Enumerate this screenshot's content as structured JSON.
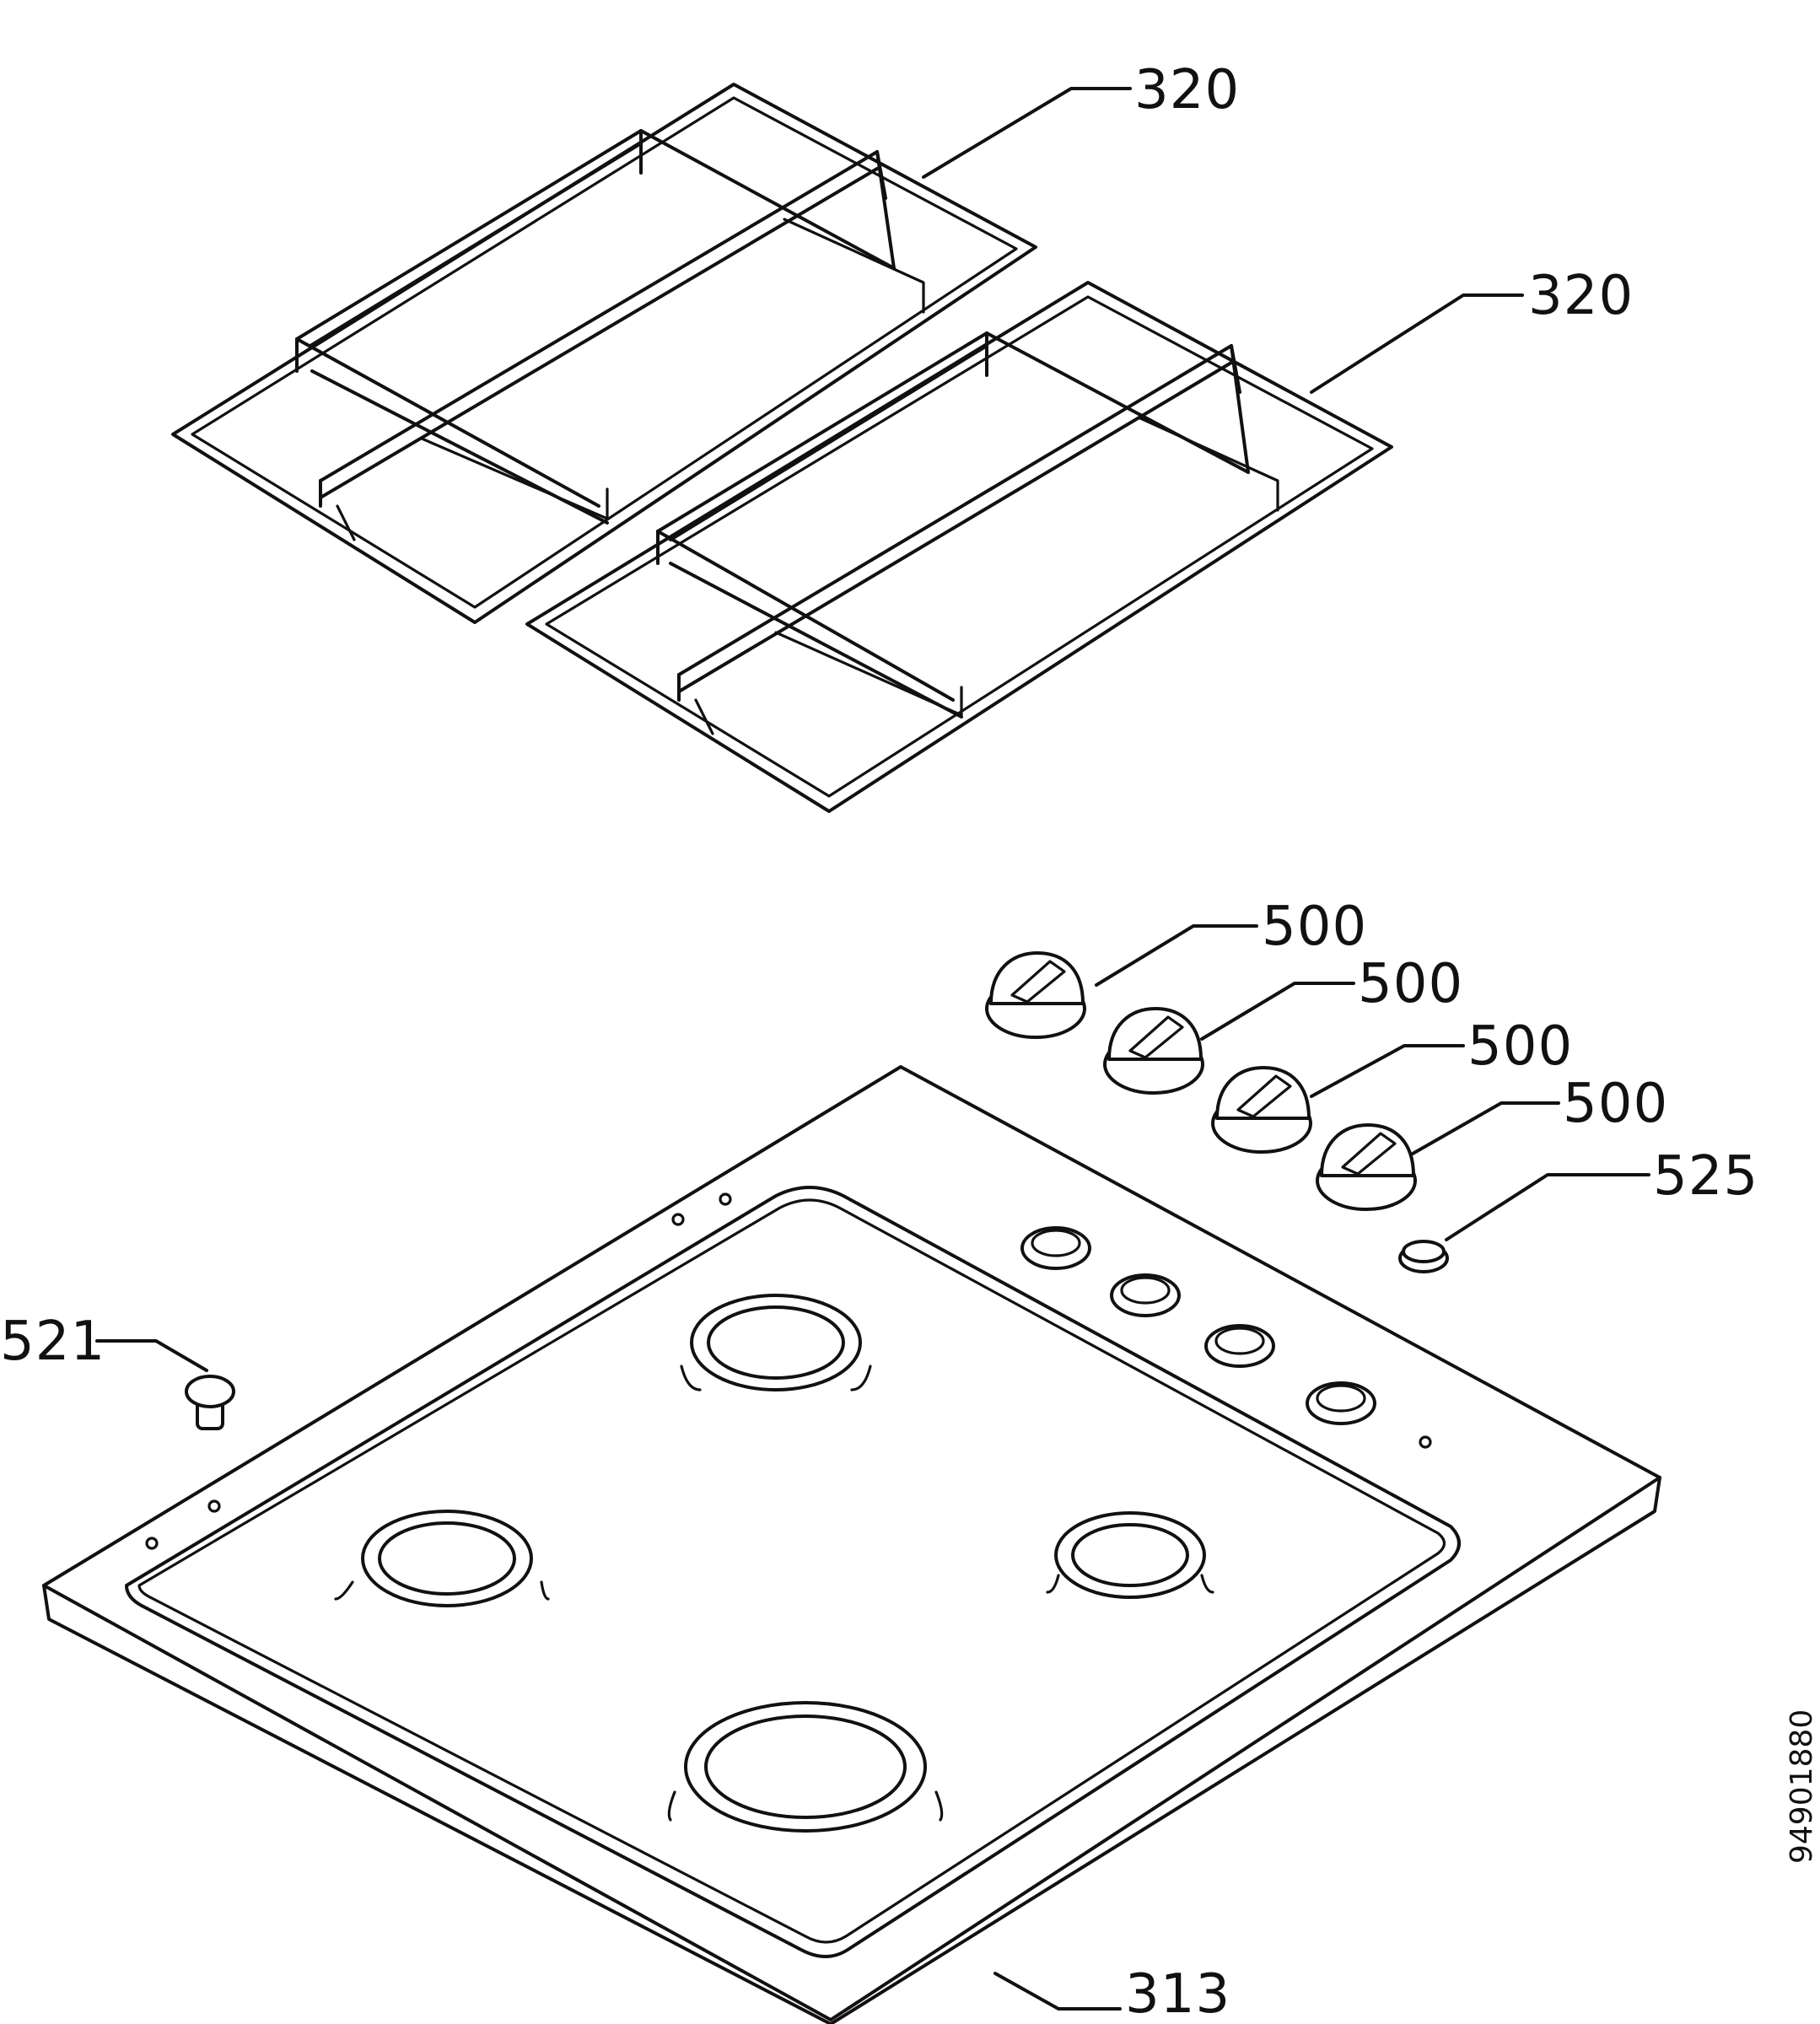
{
  "labels": {
    "grid_left": "320",
    "grid_right": "320",
    "knob_1": "500",
    "knob_2": "500",
    "knob_3": "500",
    "knob_4": "500",
    "ignition_button": "525",
    "screw": "521",
    "hob_top": "313"
  },
  "document_number": "94901880"
}
